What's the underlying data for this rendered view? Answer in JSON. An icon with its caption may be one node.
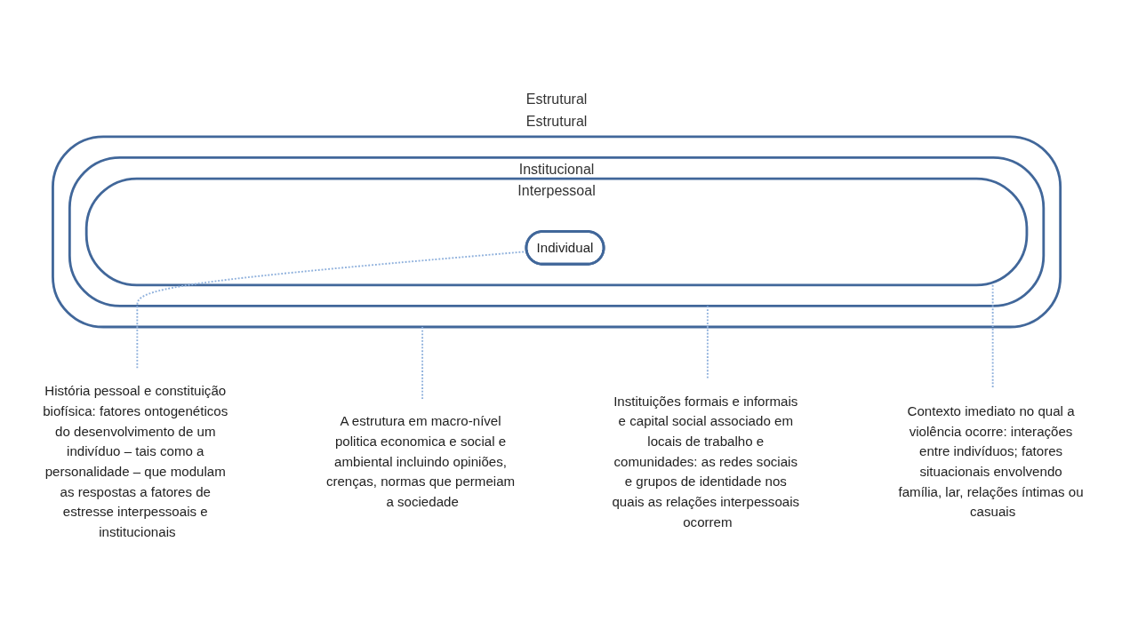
{
  "diagram": {
    "nodes": [
      {
        "text": [
          "Estrutural",
          "Estrutural"
        ]
      },
      {
        "text": [
          "Institucional"
        ],
        "in": 0
      },
      {
        "text": [
          "Interpessoal"
        ],
        "in": 1
      },
      {
        "text": [
          "Individual"
        ],
        "in": 2
      },
      {
        "text": [
          "A estrutura em macro-nível politica economica e social e ambiental incluindo opiniões, crenças, normas que permeiam a sociedade"
        ]
      },
      {
        "text": [
          "Instituições formais e informais e capital social associado em locais de trabalho e comunidades: as redes sociais e grupos de identidade nos quais as relações interpessoais ocorrem"
        ]
      },
      {
        "text": [
          "Contexto imediato no qual a violência ocorre: interações entre indivíduos; fatores situacionais envolvendo família, lar, relações íntimas ou casuais"
        ]
      },
      {
        "text": [
          "História pessoal e constituição biofísica: fatores ontogenéticos do desenvolvimento de um indivíduo – tais como a personalidade – que modulam as respostas a fatores de estresse interpessoais e institucionais"
        ]
      }
    ],
    "edges": [
      {
        "from": 0,
        "to": 4,
        "arrow": "none",
        "style": "dashed"
      },
      {
        "from": 1,
        "to": 5,
        "arrow": "none",
        "style": "dashed"
      },
      {
        "from": 2,
        "to": 6,
        "arrow": "none",
        "style": "dashed"
      },
      {
        "from": 3,
        "to": 7,
        "arrow": "none",
        "style": "dashed"
      }
    ]
  }
}
